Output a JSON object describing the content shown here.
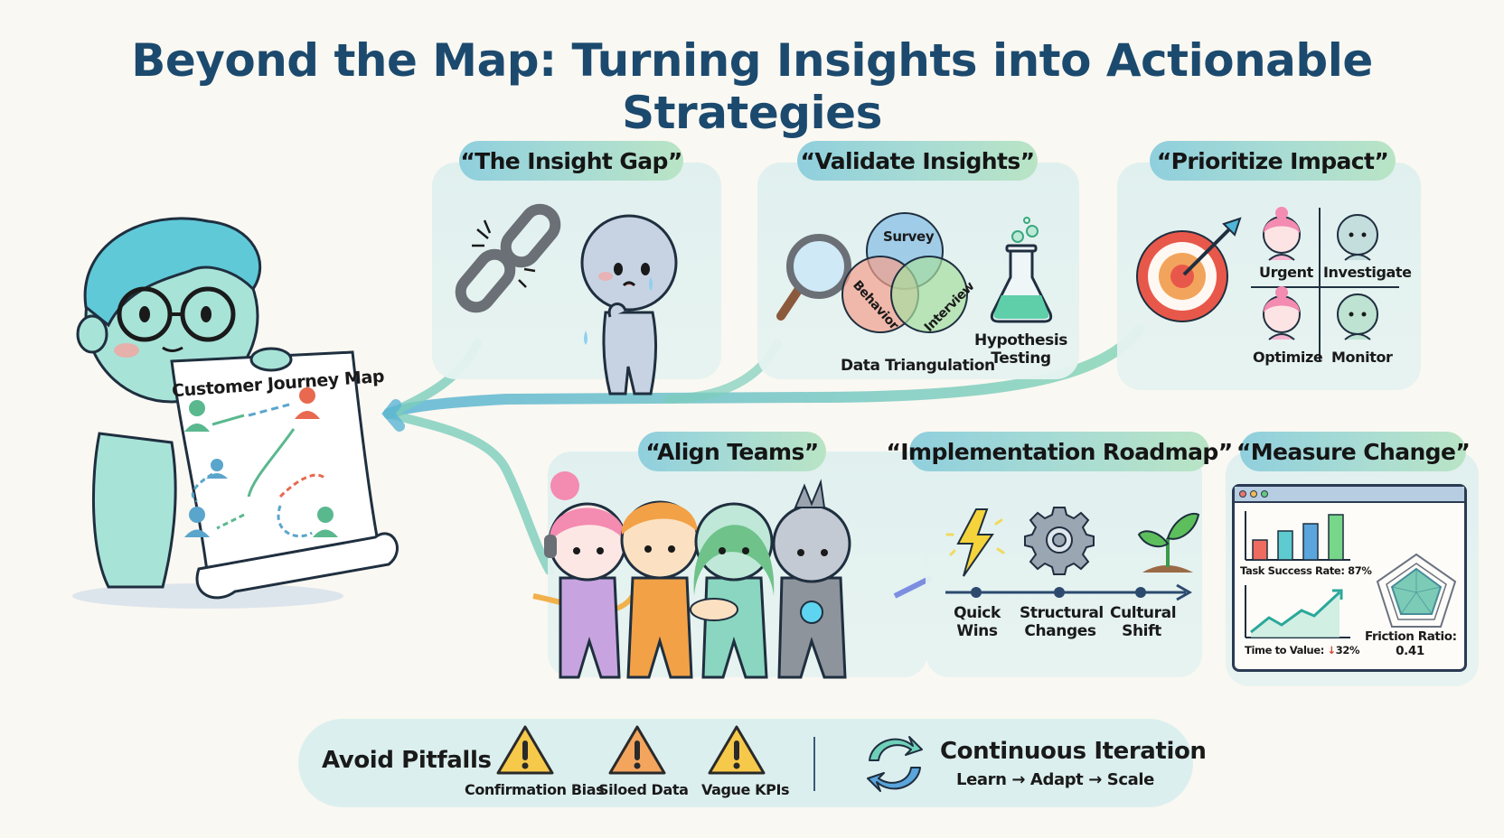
{
  "title": "Beyond the Map: Turning Insights into Actionable Strategies",
  "colors": {
    "title": "#1c4a6e",
    "panel_bg": "#dff0ef",
    "pill_gradient": [
      "#8fcfdd",
      "#b9e4c5"
    ],
    "flow_path": "#6ebfd6",
    "warning": "#f5c542",
    "ink": "#1a1a1a"
  },
  "left_character": {
    "scroll_title": "Customer Journey Map",
    "icon": "character-holding-journey-map"
  },
  "sections": {
    "insight_gap": {
      "heading": "“The Insight Gap”",
      "icons": [
        "broken-chain-icon",
        "sad-figure-icon"
      ]
    },
    "validate_insights": {
      "heading": "“Validate Insights”",
      "venn": [
        "Survey",
        "Behavior",
        "Interview"
      ],
      "venn_caption": "Data Triangulation",
      "flask_caption_line1": "Hypothesis",
      "flask_caption_line2": "Testing",
      "icons": [
        "magnifier-icon",
        "venn-diagram-icon",
        "flask-icon"
      ]
    },
    "prioritize_impact": {
      "heading": "“Prioritize Impact”",
      "quadrants": [
        "Urgent",
        "Investigate",
        "Optimize",
        "Monitor"
      ],
      "icons": [
        "target-icon",
        "quadrant-grid-icon"
      ]
    },
    "align_teams": {
      "heading": "“Align Teams”",
      "icons": [
        "support-agent-icon",
        "worker-icon",
        "designer-icon",
        "robot-icon"
      ]
    },
    "roadmap": {
      "heading": "“Implementation Roadmap”",
      "steps": [
        {
          "line1": "Quick",
          "line2": "Wins",
          "icon": "lightning-icon"
        },
        {
          "line1": "Structural",
          "line2": "Changes",
          "icon": "gear-icon"
        },
        {
          "line1": "Cultural",
          "line2": "Shift",
          "icon": "sprout-icon"
        }
      ]
    },
    "measure_change": {
      "heading": "“Measure Change”",
      "task_success": "Task Success Rate: 87%",
      "time_to_value_label": "Time to Value: ",
      "time_to_value_arrow": "↓",
      "time_to_value_value": "32%",
      "friction_label": "Friction Ratio:",
      "friction_value": "0.41"
    }
  },
  "bottom_bar": {
    "pitfalls_heading": "Avoid Pitfalls",
    "pitfalls": [
      "Confirmation Bias",
      "Siloed Data",
      "Vague KPIs"
    ],
    "iteration_heading": "Continuous Iteration",
    "iteration_sub": "Learn → Adapt → Scale"
  }
}
